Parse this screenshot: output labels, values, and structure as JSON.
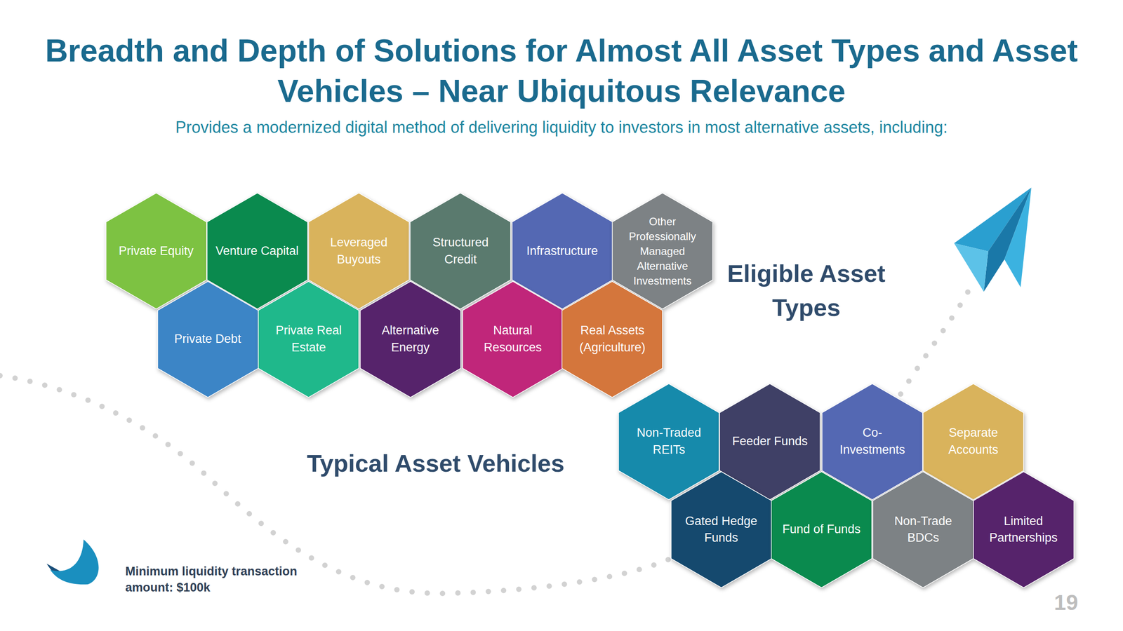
{
  "diagram": {
    "title": "Breadth and Depth of Solutions for Almost All Asset Types and Asset Vehicles – Near Ubiquitous Relevance",
    "nodes": [
      {
        "text": [
          "Private Equity"
        ]
      },
      {
        "text": [
          "Venture Capital"
        ]
      },
      {
        "text": [
          "Leveraged Buyouts"
        ]
      },
      {
        "text": [
          "Structured Credit"
        ]
      },
      {
        "text": [
          "Infrastructure"
        ]
      },
      {
        "text": [
          "Other Professionally Managed Alternative Investments"
        ]
      },
      {
        "text": [
          "Private Debt"
        ]
      },
      {
        "text": [
          "Private Real Estate"
        ]
      },
      {
        "text": [
          "Alternative Energy"
        ]
      },
      {
        "text": [
          "Natural Resources"
        ]
      },
      {
        "text": [
          "Real Assets (Agriculture)"
        ]
      },
      {
        "text": [
          "Non-Traded REITs"
        ]
      },
      {
        "text": [
          "Feeder Funds"
        ]
      },
      {
        "text": [
          "Co-Investments"
        ]
      },
      {
        "text": [
          "Separate Accounts"
        ]
      },
      {
        "text": [
          "Gated Hedge Funds"
        ]
      },
      {
        "text": [
          "Fund of Funds"
        ]
      },
      {
        "text": [
          "Non-Trade BDCs"
        ]
      },
      {
        "text": [
          "Limited Partnerships"
        ]
      }
    ],
    "labels": [
      "Provides a modernized digital method of delivering liquidity to investors in most alternative assets, including:",
      "Eligible Asset Types",
      "Typical Asset Vehicles",
      "Minimum liquidity transaction amount: $100k",
      "19"
    ]
  }
}
